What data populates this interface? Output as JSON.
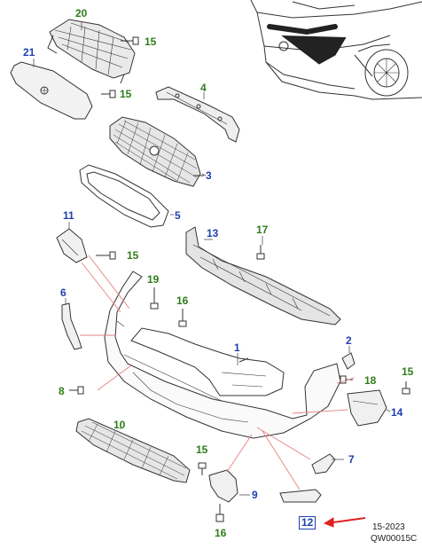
{
  "callouts": {
    "c1": "1",
    "c2": "2",
    "c3": "3",
    "c4": "4",
    "c5": "5",
    "c6": "6",
    "c7": "7",
    "c8": "8",
    "c9": "9",
    "c10": "10",
    "c11": "11",
    "c12": "12",
    "c13": "13",
    "c14": "14",
    "c15a": "15",
    "c15b": "15",
    "c15c": "15",
    "c15d": "15",
    "c15e": "15",
    "c16a": "16",
    "c16b": "16",
    "c17": "17",
    "c18": "18",
    "c19": "19",
    "c20": "20",
    "c21": "21"
  },
  "footer": {
    "page_code": "15-2023",
    "figure_id": "QW00015C"
  },
  "colors": {
    "part_label": "#1f3fb0",
    "fastener_label": "#2e7d1a",
    "leader_red": "#e88080",
    "arrow": "#e02020"
  }
}
